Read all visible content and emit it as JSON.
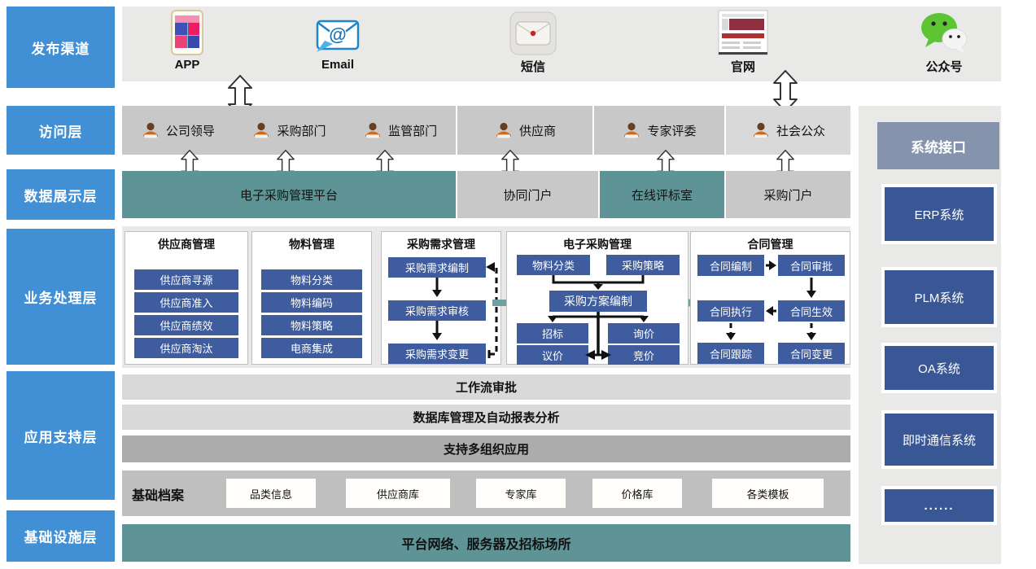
{
  "layers": [
    {
      "label": "发布渠道"
    },
    {
      "label": "访问层"
    },
    {
      "label": "数据展示层"
    },
    {
      "label": "业务处理层"
    },
    {
      "label": "应用支持层"
    },
    {
      "label": "基础设施层"
    }
  ],
  "channels": [
    {
      "label": "APP",
      "icon": "app-icon"
    },
    {
      "label": "Email",
      "icon": "email-icon"
    },
    {
      "label": "短信",
      "icon": "sms-icon"
    },
    {
      "label": "官网",
      "icon": "website-icon"
    },
    {
      "label": "公众号",
      "icon": "wechat-icon"
    }
  ],
  "access_roles": [
    {
      "label": "公司领导"
    },
    {
      "label": "采购部门"
    },
    {
      "label": "监管部门"
    },
    {
      "label": "供应商"
    },
    {
      "label": "专家评委"
    },
    {
      "label": "社会公众"
    }
  ],
  "display_portals": [
    {
      "label": "电子采购管理平台",
      "style": "teal"
    },
    {
      "label": "协同门户",
      "style": "gray"
    },
    {
      "label": "在线评标室",
      "style": "teal"
    },
    {
      "label": "采购门户",
      "style": "gray"
    }
  ],
  "business": {
    "supplier": {
      "title": "供应商管理",
      "items": [
        {
          "label": "供应商寻源"
        },
        {
          "label": "供应商准入"
        },
        {
          "label": "供应商绩效"
        },
        {
          "label": "供应商淘汰"
        }
      ]
    },
    "material": {
      "title": "物料管理",
      "items": [
        {
          "label": "物料分类"
        },
        {
          "label": "物料编码"
        },
        {
          "label": "物料策略"
        },
        {
          "label": "电商集成"
        }
      ]
    },
    "demand": {
      "title": "采购需求管理",
      "steps": [
        {
          "label": "采购需求编制"
        },
        {
          "label": "采购需求审核"
        },
        {
          "label": "采购需求变更"
        }
      ]
    },
    "eproc": {
      "title": "电子采购管理",
      "inputs": [
        {
          "label": "物料分类"
        },
        {
          "label": "采购策略"
        }
      ],
      "plan": {
        "label": "采购方案编制"
      },
      "methods": [
        {
          "label": "招标"
        },
        {
          "label": "询价"
        },
        {
          "label": "议价"
        },
        {
          "label": "竞价"
        }
      ]
    },
    "contract": {
      "title": "合同管理",
      "nodes": [
        {
          "label": "合同编制"
        },
        {
          "label": "合同审批"
        },
        {
          "label": "合同执行"
        },
        {
          "label": "合同生效"
        },
        {
          "label": "合同跟踪"
        },
        {
          "label": "合同变更"
        }
      ]
    }
  },
  "support": {
    "rows": [
      {
        "label": "工作流审批"
      },
      {
        "label": "数据库管理及自动报表分析"
      },
      {
        "label": "支持多组织应用"
      }
    ],
    "archives": {
      "label": "基础档案",
      "items": [
        {
          "label": "品类信息"
        },
        {
          "label": "供应商库"
        },
        {
          "label": "专家库"
        },
        {
          "label": "价格库"
        },
        {
          "label": "各类模板"
        }
      ]
    }
  },
  "infrastructure": {
    "label": "平台网络、服务器及招标场所"
  },
  "interfaces": {
    "title": "系统接口",
    "items": [
      {
        "label": "ERP系统"
      },
      {
        "label": "PLM系统"
      },
      {
        "label": "OA系统"
      },
      {
        "label": "即时通信系统"
      },
      {
        "label": "......"
      }
    ]
  },
  "colors": {
    "layer_blue": "#4190D5",
    "teal": "#5F9496",
    "module_blue": "#3E5C9E",
    "interface_blue": "#3A5795",
    "interface_header": "#8593AD",
    "row_gray": "#C8C8C8"
  }
}
